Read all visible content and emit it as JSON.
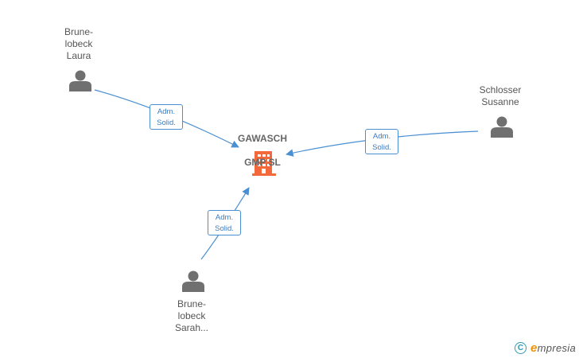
{
  "colors": {
    "edge": "#4a8fd1",
    "person": "#707070",
    "company": "#f26a3b"
  },
  "company": {
    "name_line1": "GAWASCH",
    "name_line2": "GMP SL",
    "icon": "building-icon"
  },
  "persons": [
    {
      "id": "laura",
      "label": "Brune-\nlobeck\nLaura",
      "icon": "person-icon"
    },
    {
      "id": "susanne",
      "label": "Schlosser\nSusanne",
      "icon": "person-icon"
    },
    {
      "id": "sarah",
      "label": "Brune-\nlobeck\nSarah...",
      "icon": "person-icon"
    }
  ],
  "edges": [
    {
      "from": "laura",
      "to": "company",
      "role_line1": "Adm.",
      "role_line2": "Solid."
    },
    {
      "from": "susanne",
      "to": "company",
      "role_line1": "Adm.",
      "role_line2": "Solid."
    },
    {
      "from": "sarah",
      "to": "company",
      "role_line1": "Adm.",
      "role_line2": "Solid."
    }
  ],
  "footer": {
    "copyright_symbol": "C",
    "brand_initial": "e",
    "brand_rest": "mpresia"
  }
}
